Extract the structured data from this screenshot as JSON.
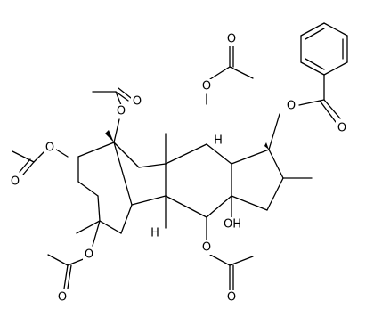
{
  "molecule": {
    "atom_labels": {
      "o_ac_top": "O",
      "o_ac_top_carbonyl": "O",
      "o_bz": "O",
      "o_bz_carbonyl": "O",
      "o_ac_left_upper": "O",
      "o_ac_left_upper_carbonyl": "O",
      "o_ac_left": "O",
      "o_ac_left_carbonyl": "O",
      "h_junction_top": "H",
      "oh": "OH",
      "h_junction_bottom": "H",
      "o_ac_bottom_left": "O",
      "o_ac_bottom_left_carbonyl": "O",
      "o_ac_bottom": "O",
      "o_ac_bottom_carbonyl": "O"
    }
  }
}
